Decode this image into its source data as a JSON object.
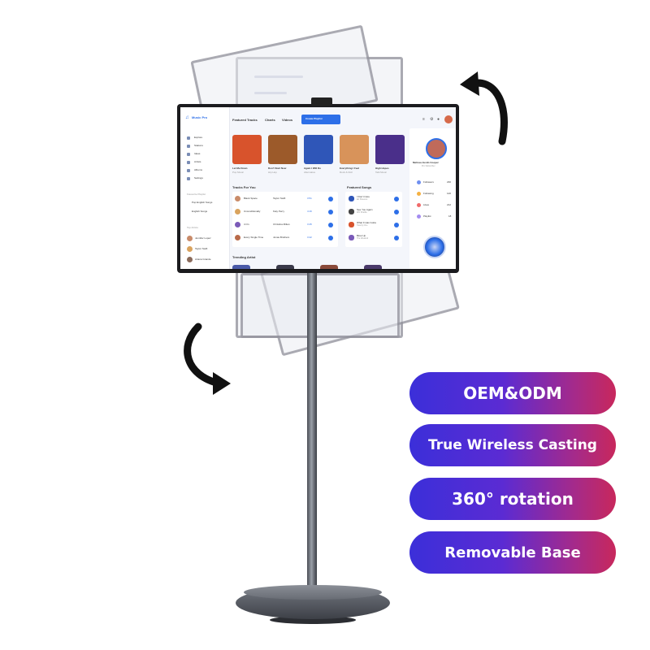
{
  "features": [
    {
      "label": "OEM&ODM"
    },
    {
      "label": "True Wireless Casting"
    },
    {
      "label": "360° rotation"
    },
    {
      "label": "Removable Base"
    }
  ],
  "screen": {
    "app_name": "Music Pro",
    "tabs": [
      "Featured Tracks",
      "Charts",
      "Videos"
    ],
    "create_playlist": "Create Playlist",
    "nav": [
      "Explore",
      "Stations",
      "Ideas",
      "Artists",
      "Albums",
      "Settings"
    ],
    "playlists_heading": "Favourite Playlist",
    "playlists": [
      "Pop English Songs",
      "English Songs"
    ],
    "artists_heading": "Top Artists",
    "artists": [
      "Jennifer Lopez",
      "Taylor Swift",
      "Ariana Grande"
    ],
    "albums": [
      {
        "title": "Let Me Down",
        "artist": "Pop Music",
        "color": "#d8532c"
      },
      {
        "title": "Don't Start Now",
        "artist": "Hip Hop",
        "color": "#9c5a2a"
      },
      {
        "title": "Again I Will Do",
        "artist": "Alternative",
        "color": "#2f56b8"
      },
      {
        "title": "Everything I Feel",
        "artist": "Rock & Roll",
        "color": "#d8935a"
      },
      {
        "title": "High Hopes",
        "artist": "Talk Music",
        "color": "#4a2f8a"
      }
    ],
    "tracks_heading": "Tracks For You",
    "tracks": [
      {
        "song": "Blank Space",
        "artist": "Taylor Swift",
        "time": "3:51"
      },
      {
        "song": "Unconditionally",
        "artist": "Katy Perry",
        "time": "4:16"
      },
      {
        "song": "4 On",
        "artist": "Christina Milian",
        "time": "3:45"
      },
      {
        "song": "Every Single Time",
        "artist": "Jonas Brothers",
        "time": "3:42"
      }
    ],
    "featured_heading": "Featured Songs",
    "featured": [
      {
        "song": "I Don't Care",
        "artist": "Ed Sheeran"
      },
      {
        "song": "See You Again",
        "artist": "Wiz Khalifa"
      },
      {
        "song": "What It Has Gotta",
        "artist": "Twenty One"
      },
      {
        "song": "Blow Up",
        "artist": "The Weeknd"
      }
    ],
    "trending_heading": "Trending Artist",
    "profile_name": "Melissa Justin Cooper",
    "profile_role": "Pro Subscriber",
    "stats": [
      {
        "label": "Followers",
        "value": "230",
        "color": "#6f8ff0"
      },
      {
        "label": "Following",
        "value": "120",
        "color": "#f5b142"
      },
      {
        "label": "Likes",
        "value": "212",
        "color": "#f06a6a"
      },
      {
        "label": "Playlist",
        "value": "18",
        "color": "#a48cf0"
      }
    ]
  },
  "colors": {
    "accent": "#2d6fe8",
    "pill_start": "#3b2fd9",
    "pill_end": "#c8285c"
  }
}
